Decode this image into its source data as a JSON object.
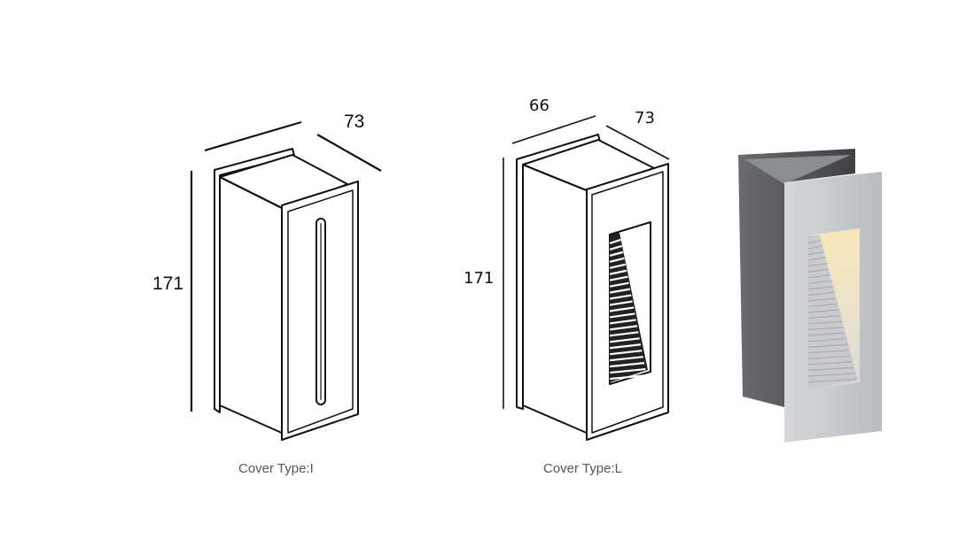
{
  "drawing_i": {
    "width_dim": "73",
    "height_dim": "171",
    "caption": "Cover Type:I"
  },
  "drawing_l": {
    "depth_dim": "66",
    "width_dim": "73",
    "height_dim": "171",
    "caption": "Cover Type:L"
  },
  "colors": {
    "line": "#111111",
    "caption": "#555555",
    "photo_body": "#c9ccd0",
    "photo_back": "#5a5c60",
    "glow": "#f3e2b8"
  }
}
